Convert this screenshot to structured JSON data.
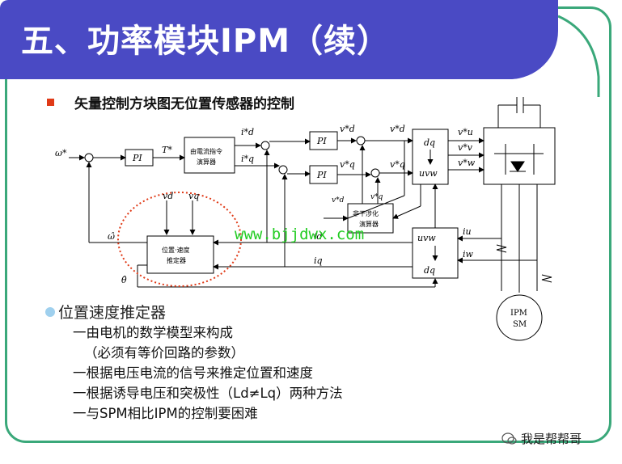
{
  "title": "五、功率模块IPM（续）",
  "heading": "矢量控制方块图无位置传感器的控制",
  "diagram": {
    "omega_ref": "ω*",
    "pi1": "PI",
    "t_ref": "T*",
    "current_cmd_line1": "由電流指令",
    "current_cmd_line2": "演算器",
    "id_ref": "i*d",
    "iq_ref": "i*q",
    "pi_d": "PI",
    "pi_q": "PI",
    "vd_ref_1": "v*d",
    "vq_ref_1": "v*q",
    "vd_ref_2": "v*d",
    "vq_ref_2": "v*q",
    "dq_top": "dq",
    "uvw_top": "uvw",
    "vu": "v*u",
    "vv": "v*v",
    "vw": "v*w",
    "decoupling_line1": "非干涉化",
    "decoupling_line2": "演算器",
    "vd_small": "v*d",
    "vq_small": "v*q",
    "estimator_line1": "位置·速度",
    "estimator_line2": "推定器",
    "vd_est": "vd",
    "vq_est": "vq",
    "omega_hat": "ω̂",
    "theta_hat": "θ̂",
    "id_fb": "id",
    "iq_fb": "iq",
    "uvw_bot": "uvw",
    "dq_bot": "dq",
    "iu": "iu",
    "iw": "iw",
    "motor_line1": "IPM",
    "motor_line2": "SM",
    "watermark": "www.bjjdwx.com"
  },
  "section": "位置速度推定器",
  "lines": [
    "一由电机的数学模型来构成",
    "（必须有等价回路的参数）",
    "一根据电压电流的信号来推定位置和速度",
    "一根据诱导电压和突极性（Ld≠Lq）两种方法",
    "一与SPM相比IPM的控制要困难"
  ],
  "footer": "我是帮帮哥",
  "colors": {
    "title_bg": "#4a4ac4",
    "frame": "#3aa87a",
    "bullet": "#e03a17",
    "watermark": "#22cc22",
    "ellipse": "#e03a17"
  }
}
